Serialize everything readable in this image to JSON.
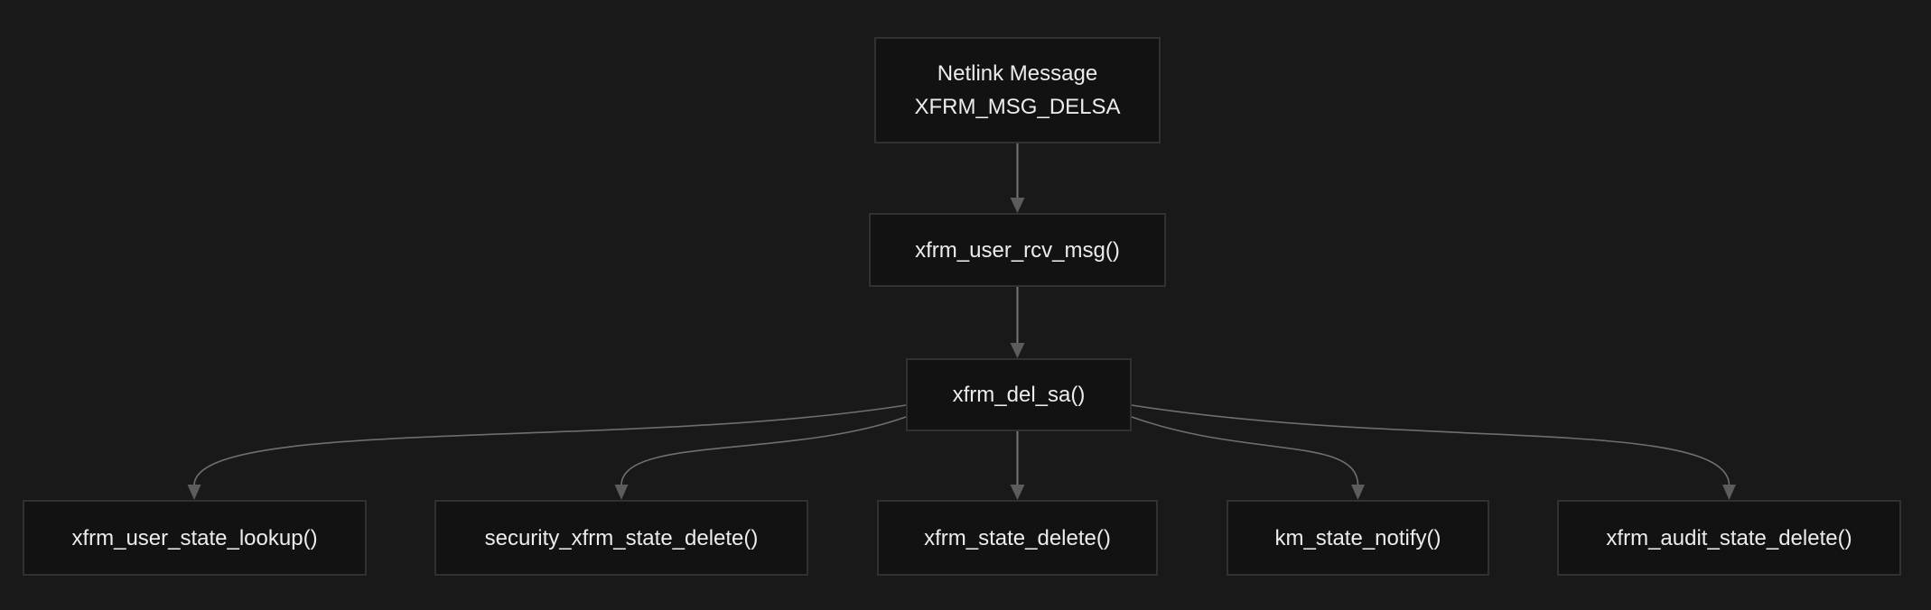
{
  "diagram": {
    "type": "flowchart",
    "direction": "top-down",
    "background_color": "#191919",
    "node_fill_color": "#121212",
    "node_border_color": "#313131",
    "node_text_color": "#ececec",
    "edge_color": "#777777",
    "arrowhead_color": "#5c5c5c",
    "nodes": {
      "netlink": {
        "label_line1": "Netlink Message",
        "label_line2": "XFRM_MSG_DELSA"
      },
      "rcv_msg": {
        "label": "xfrm_user_rcv_msg()"
      },
      "del_sa": {
        "label": "xfrm_del_sa()"
      },
      "lookup": {
        "label": "xfrm_user_state_lookup()"
      },
      "security_delete": {
        "label": "security_xfrm_state_delete()"
      },
      "state_delete": {
        "label": "xfrm_state_delete()"
      },
      "km_notify": {
        "label": "km_state_notify()"
      },
      "audit_delete": {
        "label": "xfrm_audit_state_delete()"
      }
    },
    "edges": [
      {
        "from": "netlink",
        "to": "rcv_msg"
      },
      {
        "from": "rcv_msg",
        "to": "del_sa"
      },
      {
        "from": "del_sa",
        "to": "lookup"
      },
      {
        "from": "del_sa",
        "to": "security_delete"
      },
      {
        "from": "del_sa",
        "to": "state_delete"
      },
      {
        "from": "del_sa",
        "to": "km_notify"
      },
      {
        "from": "del_sa",
        "to": "audit_delete"
      }
    ]
  }
}
